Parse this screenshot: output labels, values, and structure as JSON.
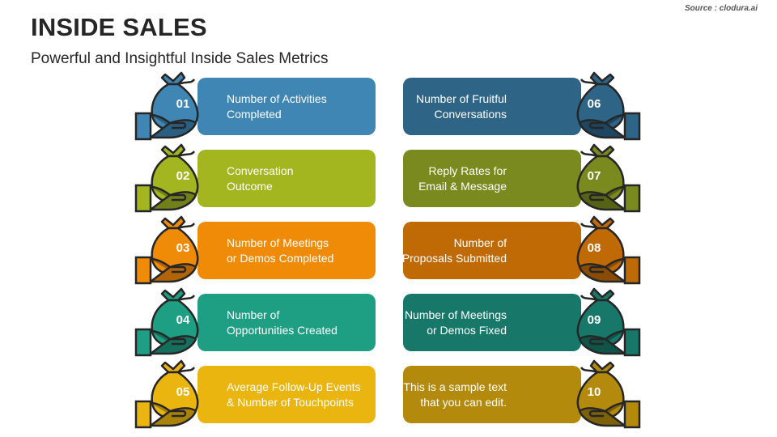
{
  "source": "Source : clodura.ai",
  "title": "INSIDE SALES",
  "subtitle": "Powerful and Insightful Inside Sales Metrics",
  "items": [
    {
      "num": "01",
      "lines": [
        "Number of Activities",
        "Completed"
      ],
      "color": "#3f86b4",
      "dark": "#2a5f82"
    },
    {
      "num": "02",
      "lines": [
        "Conversation",
        "Outcome"
      ],
      "color": "#a3b51f",
      "dark": "#72801a"
    },
    {
      "num": "03",
      "lines": [
        "Number of Meetings",
        "or Demos Completed"
      ],
      "color": "#f08b07",
      "dark": "#b36506"
    },
    {
      "num": "04",
      "lines": [
        "Number of",
        "Opportunities Created"
      ],
      "color": "#1e9e82",
      "dark": "#14705c"
    },
    {
      "num": "05",
      "lines": [
        "Average Follow-Up Events",
        "& Number of Touchpoints"
      ],
      "color": "#ebb50f",
      "dark": "#a98208"
    },
    {
      "num": "06",
      "lines": [
        "Number of Fruitful",
        "Conversations"
      ],
      "color": "#2e6485",
      "dark": "#1f4660"
    },
    {
      "num": "07",
      "lines": [
        "Reply Rates for",
        "Email & Message"
      ],
      "color": "#7a8a1e",
      "dark": "#566214"
    },
    {
      "num": "08",
      "lines": [
        "Number of",
        "Proposals Submitted"
      ],
      "color": "#c06a05",
      "dark": "#8a4c04"
    },
    {
      "num": "09",
      "lines": [
        "Number of Meetings",
        "or Demos Fixed"
      ],
      "color": "#17786a",
      "dark": "#0f5449"
    },
    {
      "num": "10",
      "lines": [
        "This is a sample text",
        "that you can edit."
      ],
      "color": "#b38a0c",
      "dark": "#7d6108"
    }
  ]
}
